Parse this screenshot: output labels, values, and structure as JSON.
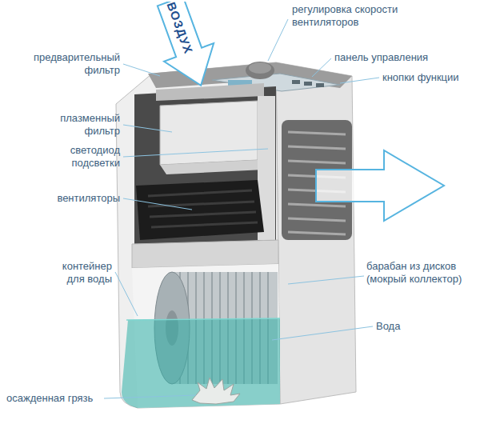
{
  "diagram": {
    "nodes": [
      {
        "text": [
          "ВОЗДУХ"
        ]
      }
    ],
    "labels": [
      "предварительный фильтр",
      "регулировка скорости вентиляторов",
      "панель управления",
      "кнопки функции",
      "плазменный фильтр",
      "светодиод подсветки",
      "вентиляторы",
      "контейнер для воды",
      "барабан из дисков (мокрый коллектор)",
      "Вода",
      "осажденная грязь"
    ]
  }
}
